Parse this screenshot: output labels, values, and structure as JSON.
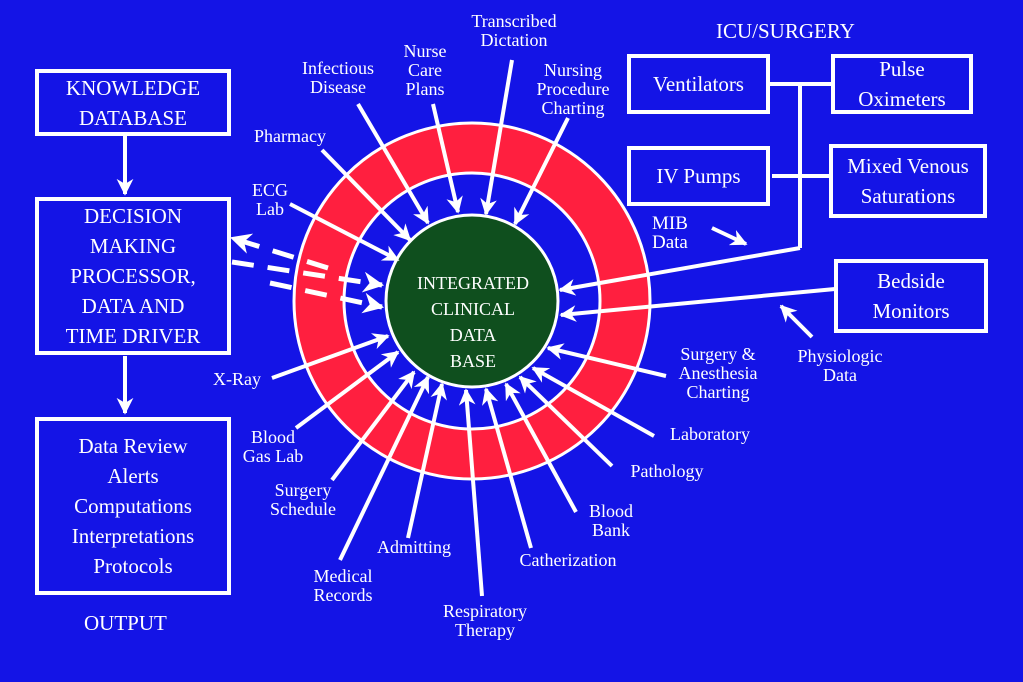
{
  "colors": {
    "background": "#1414e6",
    "ring": "#ff1f3f",
    "core": "#0f4f1e",
    "line": "#ffffff"
  },
  "core": {
    "lines": [
      "INTEGRATED",
      "CLINICAL",
      "DATA",
      "BASE"
    ]
  },
  "left_panel": {
    "knowledge_box": [
      "KNOWLEDGE",
      "DATABASE"
    ],
    "decision_box": [
      "DECISION",
      "MAKING",
      "PROCESSOR,",
      "DATA AND",
      "TIME DRIVER"
    ],
    "output_box": [
      "Data Review",
      "Alerts",
      "Computations",
      "Interpretations",
      "Protocols"
    ],
    "output_label": "OUTPUT"
  },
  "icu": {
    "title": "ICU/SURGERY",
    "ventilators": [
      "Ventilators"
    ],
    "pulse_oximeters": [
      "Pulse",
      "Oximeters"
    ],
    "iv_pumps": [
      "IV Pumps"
    ],
    "mixed_venous": [
      "Mixed Venous",
      "Saturations"
    ],
    "bedside_monitors": [
      "Bedside",
      "Monitors"
    ],
    "mib_data": [
      "MIB",
      "Data"
    ],
    "physiologic_data": [
      "Physiologic",
      "Data"
    ]
  },
  "sources": {
    "transcribed_dictation": [
      "Transcribed",
      "Dictation"
    ],
    "nurse_care_plans": [
      "Nurse",
      "Care",
      "Plans"
    ],
    "infectious_disease": [
      "Infectious",
      "Disease"
    ],
    "nursing_procedure_charting": [
      "Nursing",
      "Procedure",
      "Charting"
    ],
    "pharmacy": [
      "Pharmacy"
    ],
    "ecg_lab": [
      "ECG",
      "Lab"
    ],
    "x_ray": [
      "X-Ray"
    ],
    "blood_gas_lab": [
      "Blood",
      "Gas Lab"
    ],
    "surgery_schedule": [
      "Surgery",
      "Schedule"
    ],
    "admitting": [
      "Admitting"
    ],
    "medical_records": [
      "Medical",
      "Records"
    ],
    "respiratory_therapy": [
      "Respiratory",
      "Therapy"
    ],
    "catherization": [
      "Catherization"
    ],
    "blood_bank": [
      "Blood",
      "Bank"
    ],
    "pathology": [
      "Pathology"
    ],
    "laboratory": [
      "Laboratory"
    ],
    "surgery_anesthesia_charting": [
      "Surgery &",
      "Anesthesia",
      "Charting"
    ]
  }
}
